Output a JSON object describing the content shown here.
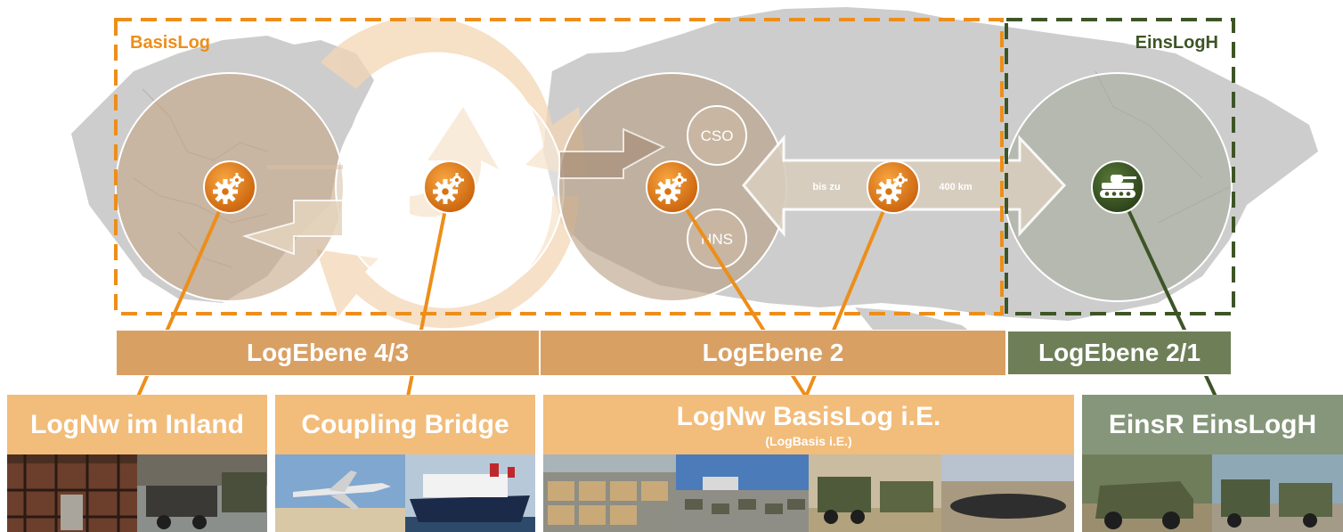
{
  "regions": {
    "basislog": {
      "label": "BasisLog",
      "color": "#ED8E1A"
    },
    "einslogh": {
      "label": "EinsLogH",
      "color": "#3D5526"
    }
  },
  "nodes": {
    "cso": "CSO",
    "hns": "HNS",
    "range_from": "bis zu",
    "range_to": "400 km"
  },
  "levels": [
    {
      "label": "LogEbene 4/3"
    },
    {
      "label": "LogEbene 2"
    },
    {
      "label": "LogEbene 2/1"
    }
  ],
  "boxes": [
    {
      "title": "LogNw im Inland",
      "subtitle": ""
    },
    {
      "title": "Coupling Bridge",
      "subtitle": ""
    },
    {
      "title": "LogNw BasisLog i.E.",
      "subtitle": "(LogBasis i.E.)"
    },
    {
      "title": "EinsR EinsLogH",
      "subtitle": ""
    }
  ],
  "colors": {
    "orange": "#ED8E1A",
    "orange_dark": "#E07A10",
    "tan": "#D9A064",
    "peach": "#F2BC7A",
    "green": "#3D5526",
    "green_band": "#6E7F58",
    "green_box": "#86967A",
    "map_gray": "#C8C8C8"
  }
}
